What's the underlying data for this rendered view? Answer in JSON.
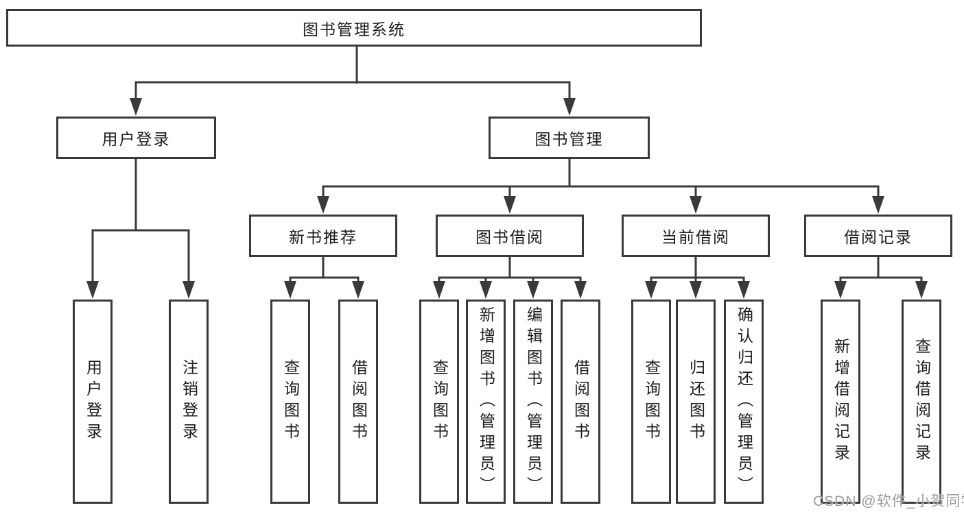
{
  "diagram": {
    "root_label": "图书管理系统",
    "user_login": {
      "label": "用户登录",
      "children": [
        "用户登录",
        "注销登录"
      ]
    },
    "book_management": {
      "label": "图书管理",
      "modules": [
        {
          "label": "新书推荐",
          "children": [
            "查询图书",
            "借阅图书"
          ]
        },
        {
          "label": "图书借阅",
          "children": [
            "查询图书",
            "新增图书（管理员）",
            "编辑图书（管理员）",
            "借阅图书"
          ]
        },
        {
          "label": "当前借阅",
          "children": [
            "查询图书",
            "归还图书",
            "确认归还（管理员）"
          ]
        },
        {
          "label": "借阅记录",
          "children": [
            "新增借阅记录",
            "查询借阅记录"
          ]
        }
      ]
    },
    "colors": {
      "line": "#3a3a3a",
      "text": "#1d1d1d",
      "watermark": "#9c9c9c",
      "background": "#ffffff"
    },
    "watermark": "CSDN @软件_小贺同学"
  }
}
